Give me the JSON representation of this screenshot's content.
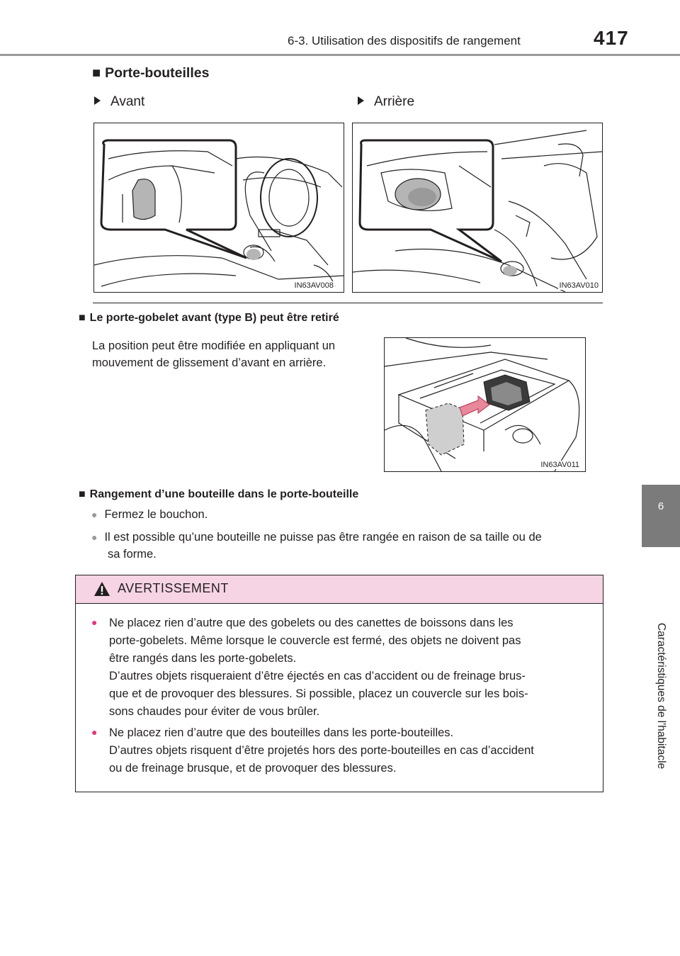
{
  "header": {
    "section_title": "6-3. Utilisation des dispositifs de rangement",
    "page_number": "417"
  },
  "side_tab": {
    "chapter_number": "6",
    "chapter_title": "Caractéristiques de l'habitacle"
  },
  "bottle_holders": {
    "title": "Porte-bouteilles",
    "front_label": "Avant",
    "rear_label": "Arrière",
    "front_figure_code": "IN63AV008",
    "rear_figure_code": "IN63AV010"
  },
  "removable_cup_holder": {
    "title": "Le porte-gobelet avant (type B) peut être retiré",
    "text_line1": "La position peut être modifiée en appliquant un",
    "text_line2": "mouvement de glissement d’avant en arrière.",
    "figure_code": "IN63AV011"
  },
  "storing_bottle": {
    "title": "Rangement d’une bouteille dans le porte-bouteille",
    "bullet1": "Fermez le bouchon.",
    "bullet2_line1": "Il est possible qu’une bouteille ne puisse pas être rangée en raison de sa taille ou de",
    "bullet2_line2": "sa forme."
  },
  "warning": {
    "title": "AVERTISSEMENT",
    "item1_lines": [
      "Ne  placez  rien  d’autre  que  des  gobelets  ou  des  canettes  de  boissons  dans  les",
      "porte-gobelets.  Même  lorsque  le  couvercle  est  fermé,  des  objets  ne  doivent  pas",
      "être rangés dans les porte-gobelets.",
      "D’autres  objets  risqueraient  d’être  éjectés  en  cas  d’accident  ou  de  freinage  brus-",
      "que  et  de  provoquer  des  blessures.  Si  possible,  placez  un  couvercle  sur  les  bois-",
      "sons chaudes pour éviter de vous brûler."
    ],
    "item2_lines": [
      "Ne placez rien d’autre que des bouteilles dans les porte-bouteilles.",
      "D’autres objets risquent d’être projetés hors des porte-bouteilles en cas d’accident",
      "ou de freinage brusque, et de provoquer des blessures."
    ]
  },
  "colors": {
    "warning_header_bg": "#f6d4e4",
    "warning_bullet": "#e5357e",
    "side_tab_bg": "#7b7b7b",
    "highlight_arrow": "#e8899b"
  }
}
